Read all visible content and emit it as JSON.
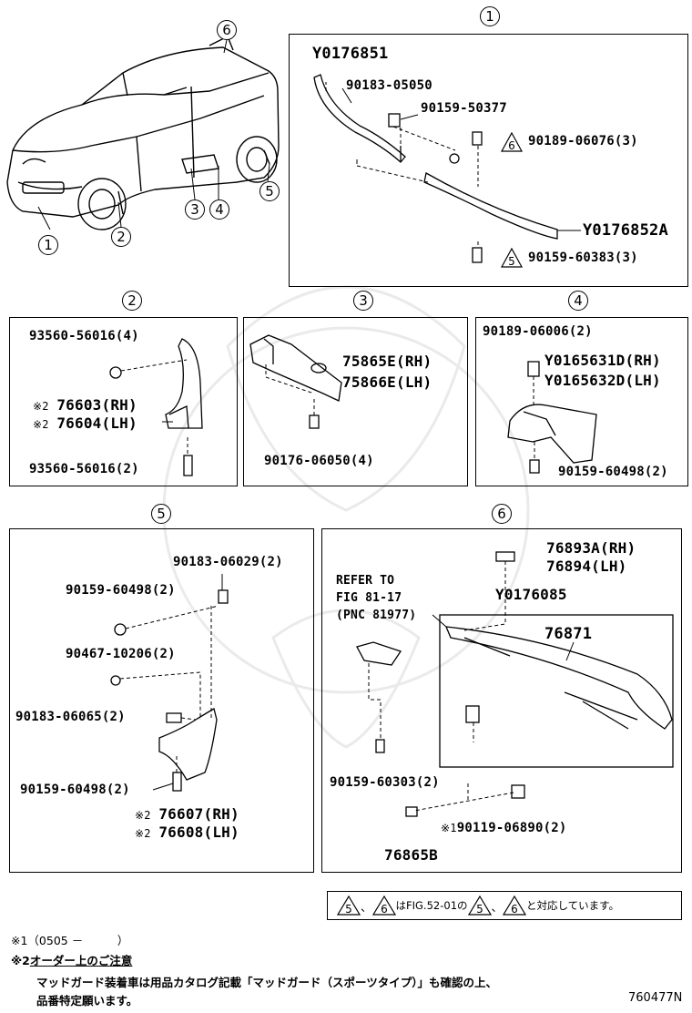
{
  "sections": {
    "s1": {
      "num": "1",
      "labels": [
        "Y0176851",
        "90183-05050",
        "90159-50377",
        "90189-06076(3)",
        "Y0176852A",
        "90159-60383(3)"
      ],
      "tri_s1a": "6",
      "tri_s1b": "5"
    },
    "s2": {
      "num": "2",
      "labels": [
        "93560-56016(4)",
        "76603(RH)",
        "76604(LH)",
        "93560-56016(2)"
      ]
    },
    "s3": {
      "num": "3",
      "labels": [
        "75865E(RH)",
        "75866E(LH)",
        "90176-06050(4)"
      ]
    },
    "s4": {
      "num": "4",
      "labels": [
        "90189-06006(2)",
        "Y0165631D(RH)",
        "Y0165632D(LH)",
        "90159-60498(2)"
      ]
    },
    "s5": {
      "num": "5",
      "labels": [
        "90183-06029(2)",
        "90159-60498(2)",
        "90467-10206(2)",
        "90183-06065(2)",
        "90159-60498(2)",
        "76607(RH)",
        "76608(LH)"
      ]
    },
    "s6": {
      "num": "6",
      "labels": [
        "76893A(RH)",
        "76894(LH)",
        "Y0176085",
        "76871",
        "90159-60303(2)",
        "90119-06890(2)",
        "76865B"
      ],
      "refer": [
        "REFER TO",
        "FIG 81-17",
        "(PNC 81977)"
      ]
    }
  },
  "car_callouts": [
    "6",
    "1",
    "2",
    "3",
    "4",
    "5"
  ],
  "marks": {
    "m2": "※2",
    "m1": "※1"
  },
  "note_box": {
    "t5": "5",
    "t6": "6",
    "text1": "、",
    "text2": "はFIG.52-01の",
    "text3": "、",
    "text4": "と対応しています。"
  },
  "footnotes": {
    "f1": "※1（0505 －　　　）",
    "f2_mark": "※2",
    "f2_title": "オーダー上のご注意",
    "f2_line1": "マッドガード装着車は用品カタログ記載「マッドガード（スポーツタイプ）」も確認の上、",
    "f2_line2": "品番特定願います。"
  },
  "figure_id": "760477N"
}
